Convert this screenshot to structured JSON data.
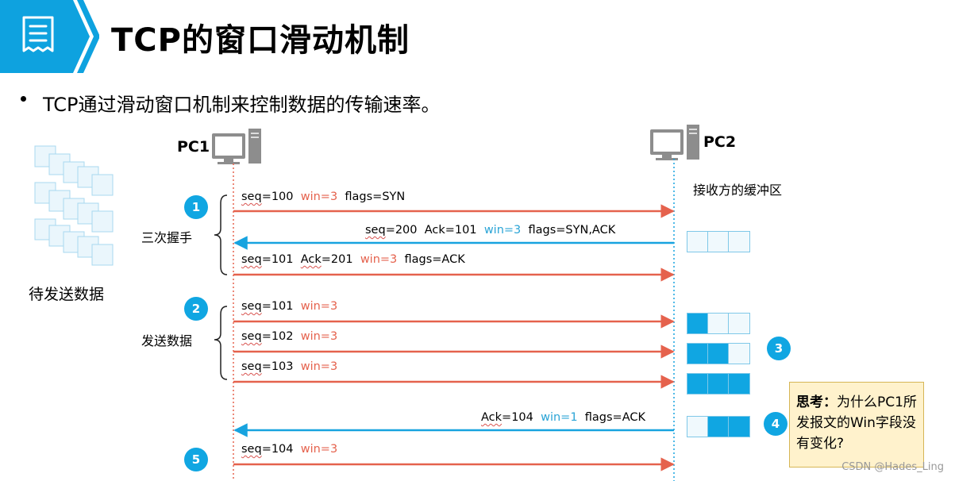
{
  "header": {
    "title": "TCP的窗口滑动机制"
  },
  "bullet": "TCP通过滑动窗口机制来控制数据的传输速率。",
  "left_panel": {
    "pending_label": "待发送数据"
  },
  "pc1": {
    "label": "PC1"
  },
  "pc2": {
    "label": "PC2",
    "buffer_label": "接收方的缓冲区"
  },
  "phases": {
    "handshake": "三次握手",
    "send_data": "发送数据"
  },
  "badges": [
    "1",
    "2",
    "3",
    "4",
    "5"
  ],
  "messages": [
    {
      "seq": "seq",
      "text": "=100",
      "win": "win=3",
      "extra": "flags=SYN"
    },
    {
      "seq": "seq",
      "text": "=200  Ack=101",
      "win": "win=3",
      "extra": "flags=SYN,ACK"
    },
    {
      "seq": "seq",
      "text": "=101  ",
      "ack": "Ack",
      "text2": "=201",
      "win": "win=3",
      "extra": "flags=ACK"
    },
    {
      "seq": "seq",
      "text": "=101",
      "win": "win=3"
    },
    {
      "seq": "seq",
      "text": "=102",
      "win": "win=3"
    },
    {
      "seq": "seq",
      "text": "=103",
      "win": "win=3"
    },
    {
      "ack": "Ack",
      "text": "=104",
      "win": "win=1",
      "extra": "flags=ACK"
    },
    {
      "seq": "seq",
      "text": "=104",
      "win": "win=3"
    }
  ],
  "think": {
    "label": "思考：",
    "text": "为什么PC1所发报文的Win字段没有变化?"
  },
  "watermark": "CSDN @Hades_Ling",
  "colors": {
    "accent_blue": "#10a6e2",
    "arrow_red": "#e5624d",
    "arrow_blue": "#17a3df",
    "note_bg": "#fff2cc"
  },
  "icons": {
    "header": "document-icon",
    "computer": "computer-icon",
    "packets": "packet-stack-icon"
  }
}
